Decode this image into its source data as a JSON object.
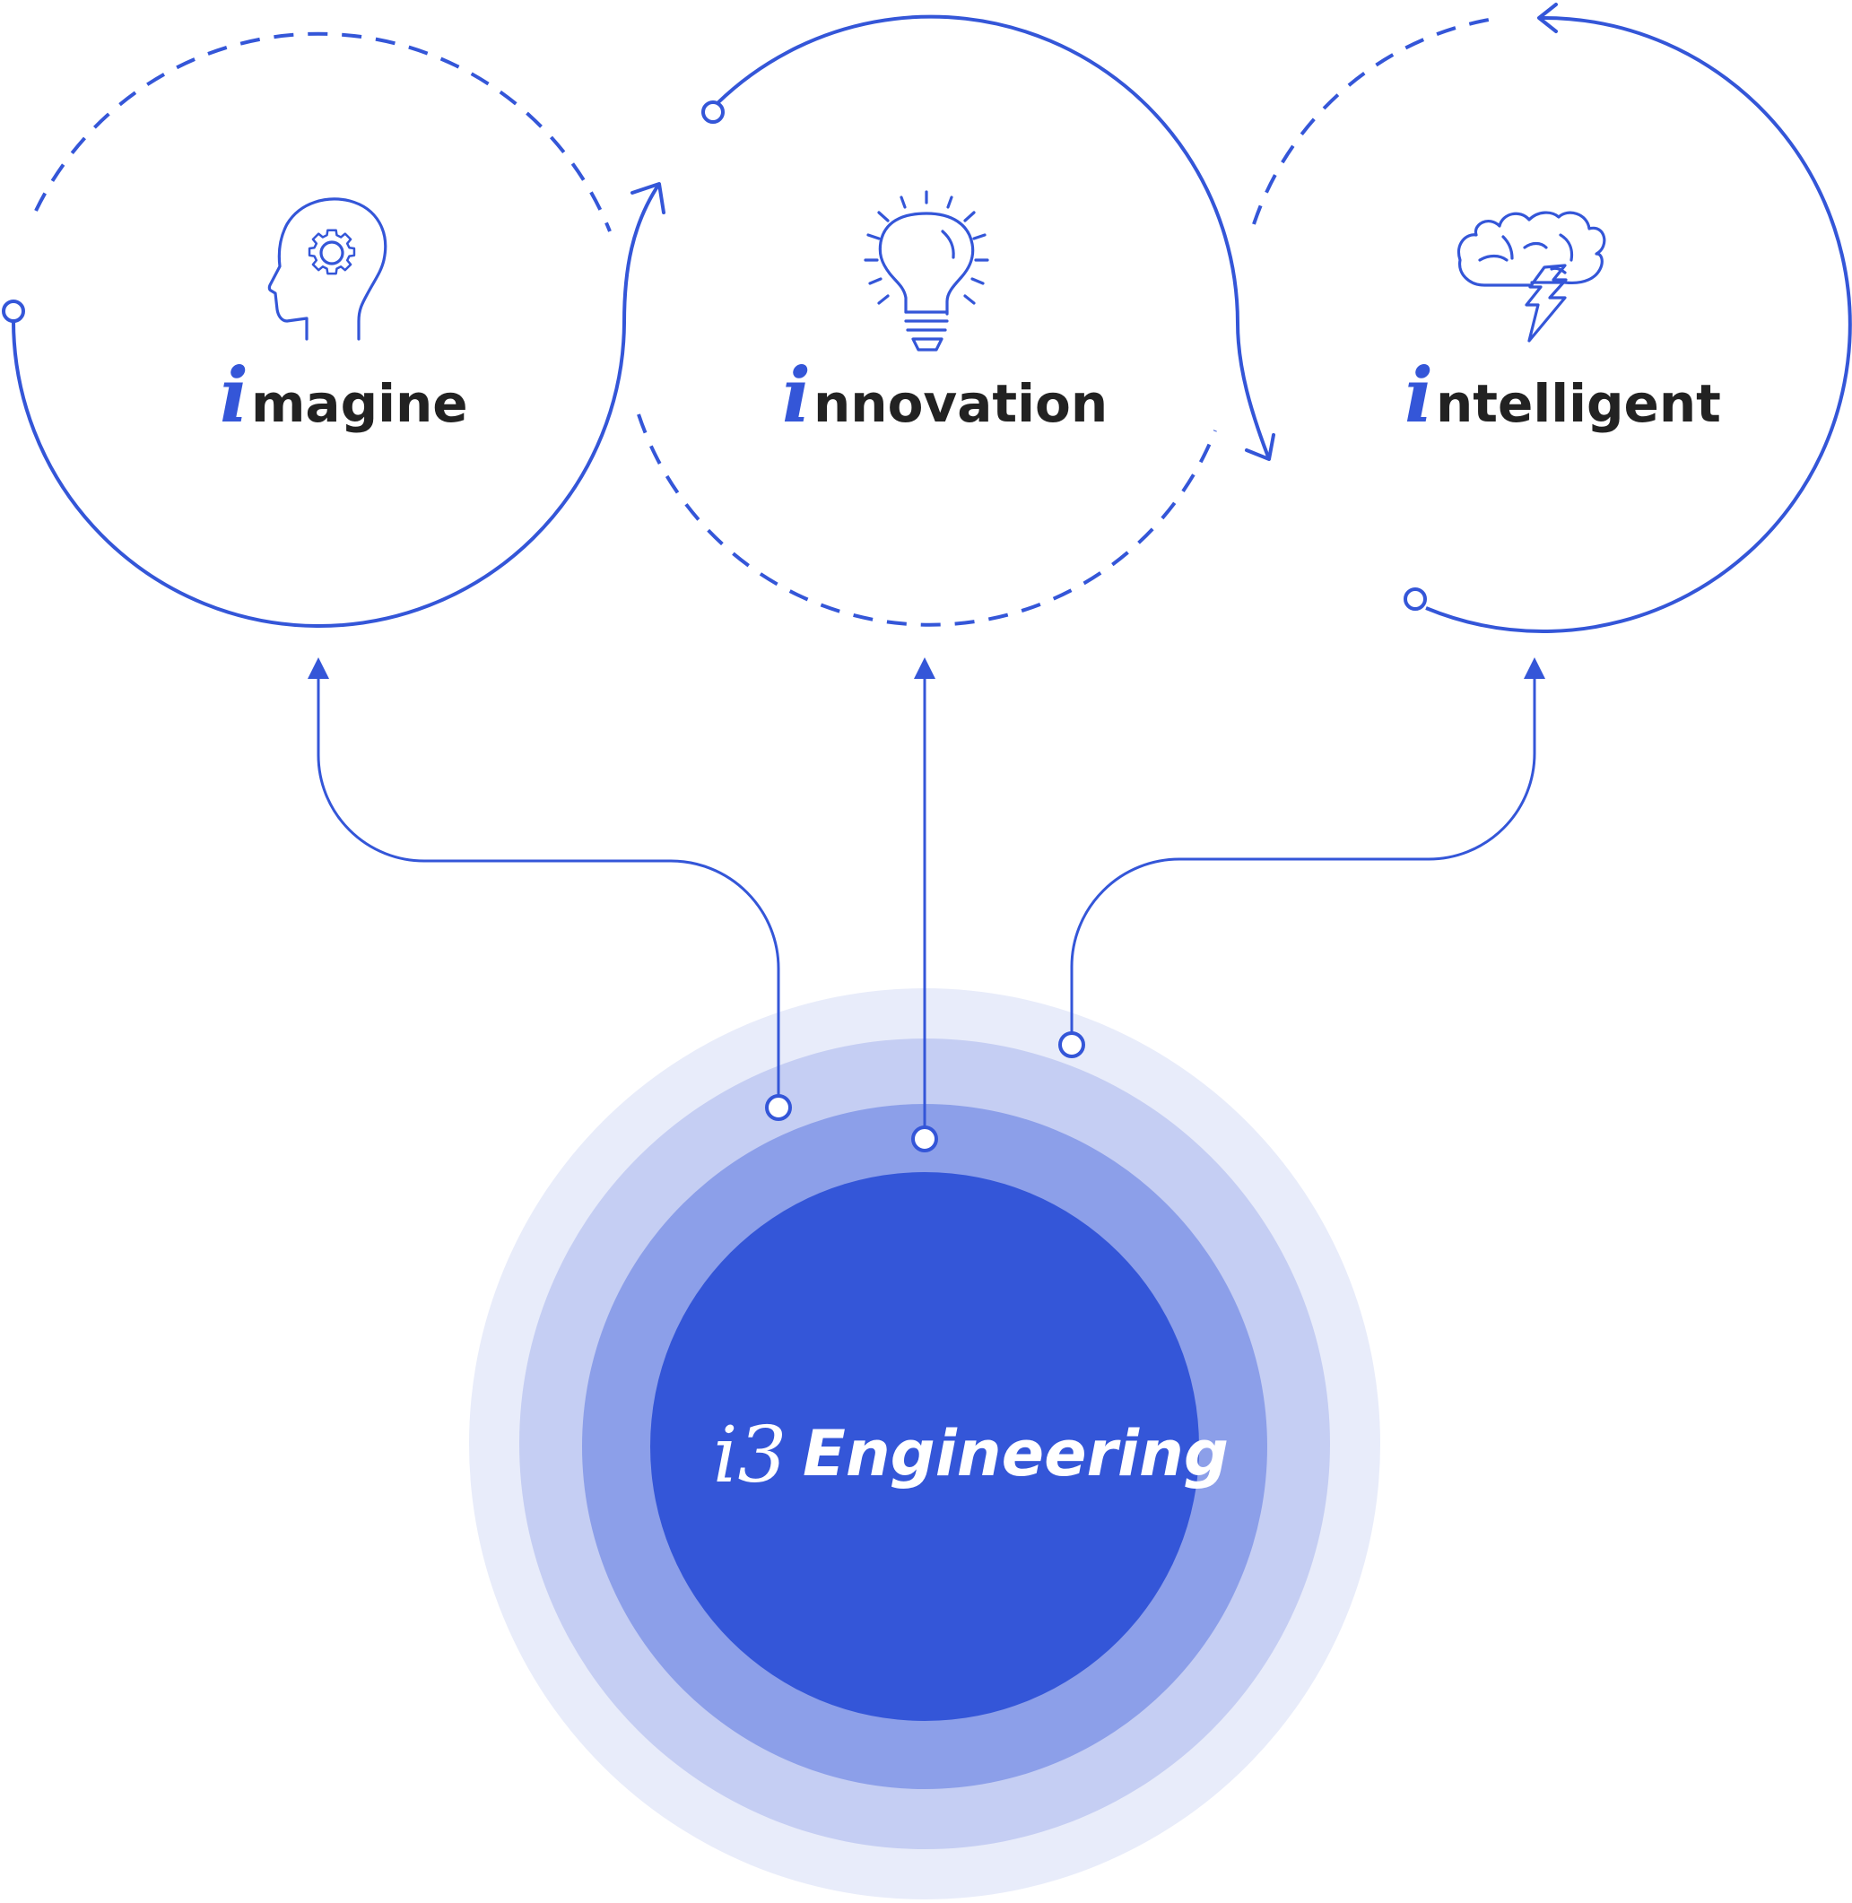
{
  "colors": {
    "accent": "#3456d8",
    "ring_outer": "#e8ecfa",
    "ring_2": "#c5cef3",
    "ring_3": "#8c9fe9",
    "core": "#3456d8",
    "text_dark": "#222222"
  },
  "nodes": [
    {
      "id": "imagine",
      "letter": "i",
      "rest": "magine",
      "icon": "head-gear-icon"
    },
    {
      "id": "innovation",
      "letter": "i",
      "rest": "nnovation",
      "icon": "lightbulb-icon"
    },
    {
      "id": "intelligent",
      "letter": "i",
      "rest": "ntelligent",
      "icon": "brain-lightning-icon"
    }
  ],
  "center": {
    "brand_mark": "i3",
    "label": "Engineering"
  }
}
